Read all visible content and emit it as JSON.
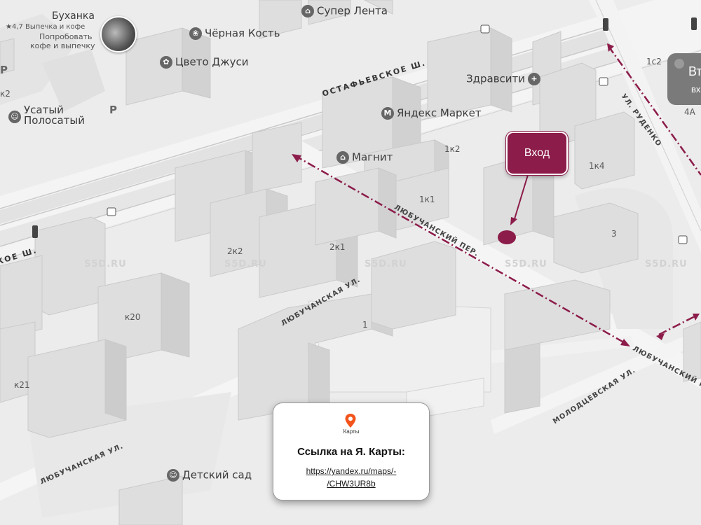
{
  "pois": {
    "bukhanka_name": "Буханка",
    "bukhanka_rating": "★4,7 Выпечка и кофе",
    "bukhanka_promo1": "Попробовать",
    "bukhanka_promo2": "кофе и выпечку",
    "super_lenta": "Супер Лента",
    "chernaya_kost": "Чёрная Кость",
    "tsveto_jusi": "Цвето Джуси",
    "zdravsiti": "Здравсити",
    "yandex_market": "Яндекс Маркет",
    "magnit": "Магнит",
    "usatyi": "Усатый",
    "polosatyi": "Полосатый",
    "detsky_sad": "Детский сад",
    "parking_p": "P",
    "parking_p2": "P"
  },
  "streets": {
    "ostafyevskoe": "ОСТАФЬЕВСКОЕ Ш.",
    "ostafyevskoe_left": "КОЕ Ш.",
    "rudenko": "УЛ. РУДЕНКО",
    "lyubuchansky_per": "ЛЮБУЧАНСКИЙ ПЕР.",
    "lyubuchanskaya_1": "ЛЮБУЧАНСКАЯ УЛ.",
    "lyubuchanskaya_2": "ЛЮБУЧАНСКАЯ УЛ.",
    "lyubuchansky_per_2": "ЛЮБУЧАНСКИЙ ПЕР.",
    "molodtsevskaya": "МОЛОДЦЕВСКАЯ УЛ."
  },
  "buildings": {
    "b_1k2": "1к2",
    "b_1k4": "1к4",
    "b_1k1": "1к1",
    "b_3": "3",
    "b_2k2": "2к2",
    "b_2k1": "2к1",
    "b_1": "1",
    "b_k20": "к20",
    "b_k21": "к21",
    "b_k2": "к2",
    "b_1s2": "1с2",
    "b_4a": "4А"
  },
  "watermarks": [
    "S5D.RU",
    "S5D.RU",
    "S5D.RU",
    "S5D.RU",
    "S5D.RU"
  ],
  "entrance": {
    "label": "Вход"
  },
  "card": {
    "app_name": "Карты",
    "title": "Ссылка на Я. Карты:",
    "link_line1": "https://yandex.ru/maps/-",
    "link_line2": "/CHW3UR8b"
  },
  "edge_box": {
    "line1": "Вт",
    "line2": "вх"
  },
  "colors": {
    "accent": "#8c1c4a",
    "route": "#8c1c4a",
    "building": "#dcdcdc",
    "road": "#f7f7f7"
  },
  "icons": [
    "restaurant-icon",
    "pet-shop-icon",
    "cosmetics-icon",
    "pharmacy-icon",
    "market-icon",
    "grocery-icon",
    "bus-stop-icon",
    "cat-cafe-icon",
    "kindergarten-icon",
    "location-pin-icon"
  ]
}
